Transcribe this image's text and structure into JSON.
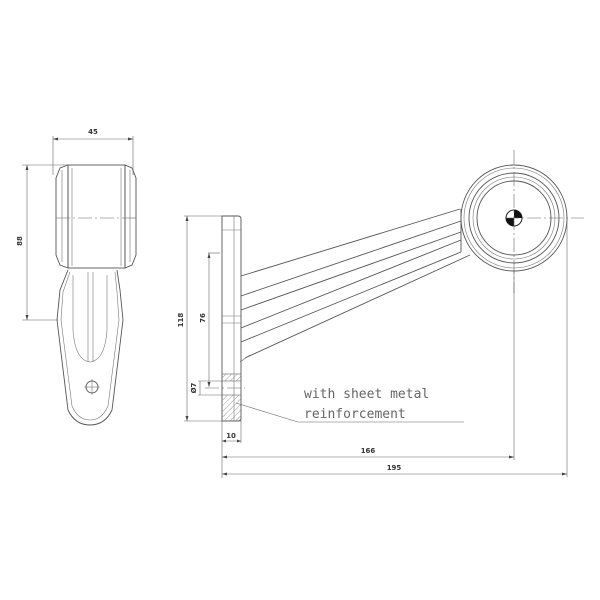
{
  "drawing": {
    "type": "technical-drawing",
    "subject": "side marker lamp on angled arm",
    "line_color": "#555555",
    "background": "#ffffff"
  },
  "views": {
    "front": {
      "dimensions": {
        "width": "45",
        "height": "88"
      }
    },
    "side": {
      "dimensions": {
        "plate_height": "118",
        "hole_spacing": "76",
        "hole_diameter": "Ø7",
        "plate_thickness": "10",
        "reach_to_center": "166",
        "overall_length": "195"
      },
      "note": {
        "line1": "with sheet metal",
        "line2": "reinforcement"
      }
    }
  }
}
